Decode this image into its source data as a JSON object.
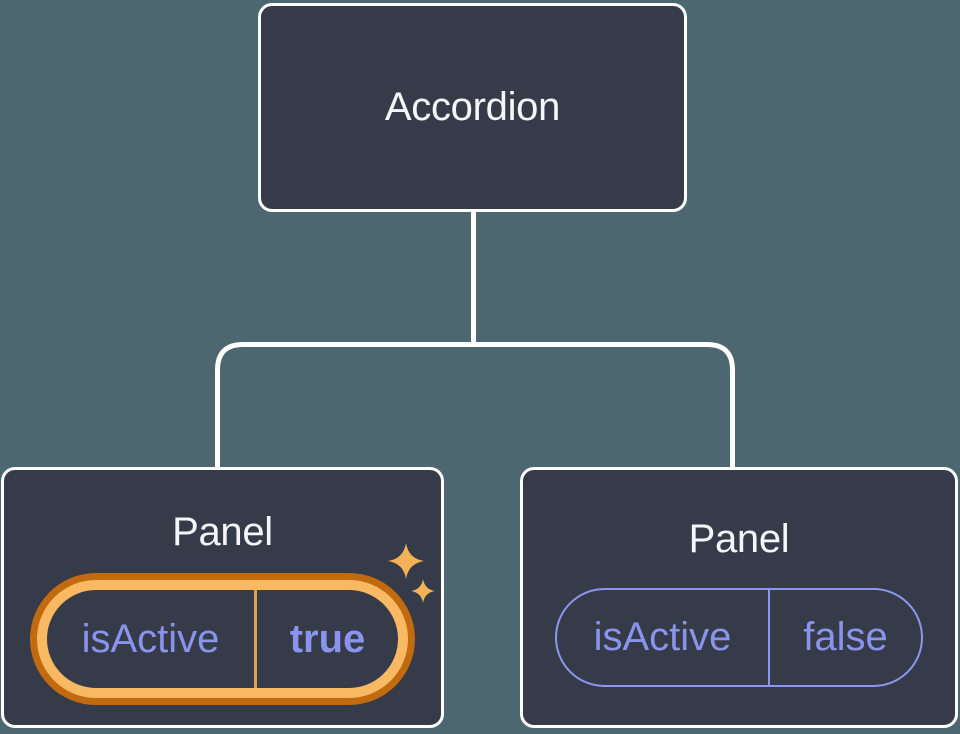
{
  "colors": {
    "bg": "#4D6770",
    "node": "#353B48",
    "line": "#FFFFFF",
    "title": "#F4F6F9",
    "purple": "#8A94EC",
    "purpleBorder": "#8C96EE",
    "orangeOuter": "#C16A10",
    "orangeInner": "#F9B963",
    "orangeDivider": "#DFA04E",
    "sparkle": "#F4B156"
  },
  "tree": {
    "root": {
      "label": "Accordion"
    },
    "children": [
      {
        "label": "Panel",
        "active": true,
        "icon": "sparkles-icon",
        "prop": {
          "name": "isActive",
          "value": "true"
        }
      },
      {
        "label": "Panel",
        "active": false,
        "prop": {
          "name": "isActive",
          "value": "false"
        }
      }
    ]
  }
}
